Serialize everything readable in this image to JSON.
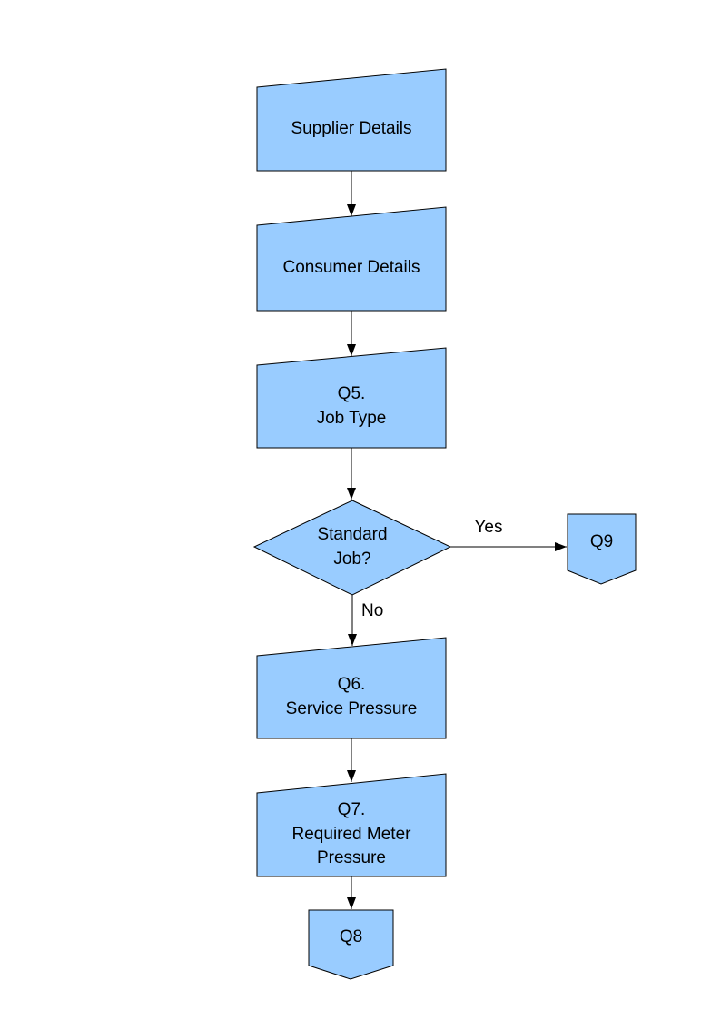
{
  "page": {
    "background_color": "#FFFFFF"
  },
  "diagram": {
    "node_fill": "#99CCFF",
    "node_stroke": "#000000",
    "connector_color": "#000000",
    "nodes": {
      "supplier": {
        "label": "Supplier Details",
        "shape": "manual-input"
      },
      "consumer": {
        "label": "Consumer Details",
        "shape": "manual-input"
      },
      "q5": {
        "label": "Q5.\nJob Type",
        "shape": "manual-input"
      },
      "decision": {
        "label": "Standard\nJob?",
        "shape": "decision-diamond"
      },
      "q9": {
        "label": "Q9",
        "shape": "off-page-connector"
      },
      "q6": {
        "label": "Q6.\nService Pressure",
        "shape": "manual-input"
      },
      "q7": {
        "label": "Q7.\nRequired Meter\nPressure",
        "shape": "manual-input"
      },
      "q8": {
        "label": "Q8",
        "shape": "off-page-connector"
      }
    },
    "edges": {
      "yes_label": "Yes",
      "no_label": "No"
    }
  }
}
